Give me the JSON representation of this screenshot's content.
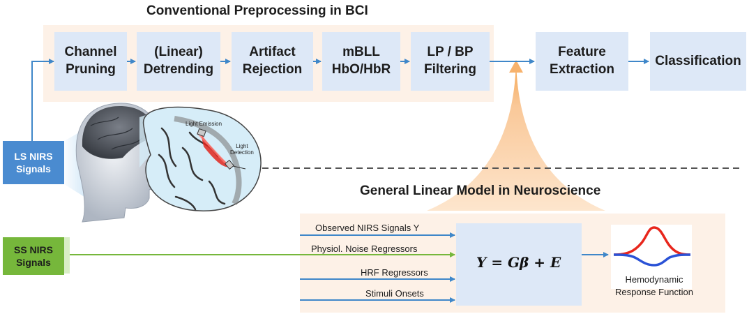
{
  "top_title": "Conventional Preprocessing in BCI",
  "pipeline": [
    {
      "label": "Channel\nPruning"
    },
    {
      "label": "(Linear)\nDetrending"
    },
    {
      "label": "Artifact\nRejection"
    },
    {
      "label": "mBLL\nHbO/HbR"
    },
    {
      "label": "LP / BP\nFiltering"
    },
    {
      "label": "Feature\nExtraction"
    },
    {
      "label": "Classification"
    }
  ],
  "ls_signals": "LS NIRS\nSignals",
  "ss_signals": "SS NIRS\nSignals",
  "head_labels": {
    "emission": "Light Emission",
    "detection": "Light\nDetection"
  },
  "glm_title": "General Linear Model in Neuroscience",
  "glm_inputs": [
    {
      "label": "Observed NIRS Signals Y"
    },
    {
      "label": "Physiol. Noise Regressors"
    },
    {
      "label": "HRF Regressors"
    },
    {
      "label": "Stimuli Onsets"
    }
  ],
  "equation": "Y = Gβ + E",
  "hrf_label": "Hemodynamic\nResponse Function",
  "colors": {
    "box": "#dde8f7",
    "arrow": "#3f87c9",
    "ls": "#4a8bd0",
    "ss": "#76b73b",
    "hbo": "#e8261c",
    "hbr": "#2a52d6",
    "glow": "#fcd9b5"
  }
}
